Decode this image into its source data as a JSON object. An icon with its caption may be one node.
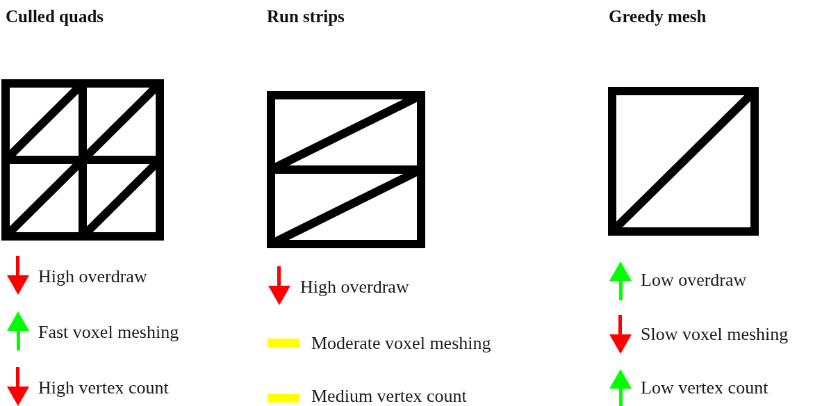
{
  "diagram": {
    "labels": [
      "Culled quads",
      "High overdraw",
      "Fast voxel meshing",
      "High vertex count",
      "Run strips",
      "High overdraw",
      "Moderate voxel meshing",
      "Medium vertex count",
      "Greedy mesh",
      "Low overdraw",
      "Slow voxel meshing",
      "Low vertex count"
    ]
  }
}
